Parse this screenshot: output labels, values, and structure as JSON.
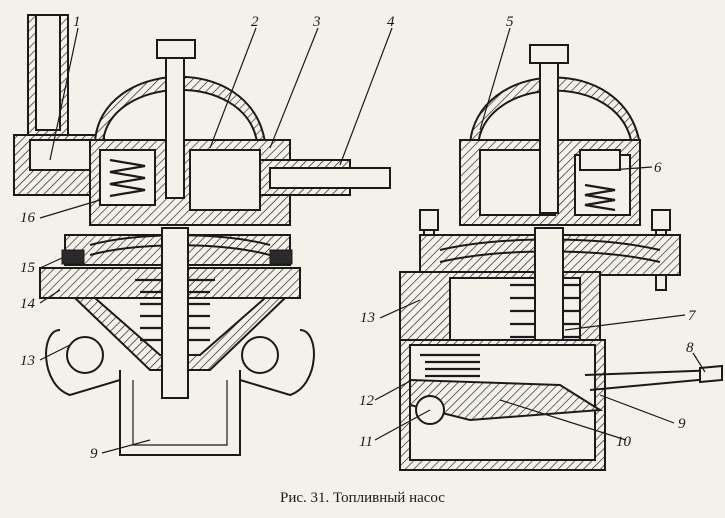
{
  "caption": "Рис. 31. Топливный насос",
  "callouts": [
    {
      "id": "c1",
      "text": "1"
    },
    {
      "id": "c2",
      "text": "2"
    },
    {
      "id": "c3",
      "text": "3"
    },
    {
      "id": "c4",
      "text": "4"
    },
    {
      "id": "c5",
      "text": "5"
    },
    {
      "id": "c6",
      "text": "6"
    },
    {
      "id": "c7",
      "text": "7"
    },
    {
      "id": "c8",
      "text": "8"
    },
    {
      "id": "c9a",
      "text": "9"
    },
    {
      "id": "c9b",
      "text": "9"
    },
    {
      "id": "c10",
      "text": "10"
    },
    {
      "id": "c11",
      "text": "11"
    },
    {
      "id": "c12",
      "text": "12"
    },
    {
      "id": "c13a",
      "text": "13"
    },
    {
      "id": "c13b",
      "text": "13"
    },
    {
      "id": "c14",
      "text": "14"
    },
    {
      "id": "c15",
      "text": "15"
    },
    {
      "id": "c16",
      "text": "16"
    }
  ]
}
